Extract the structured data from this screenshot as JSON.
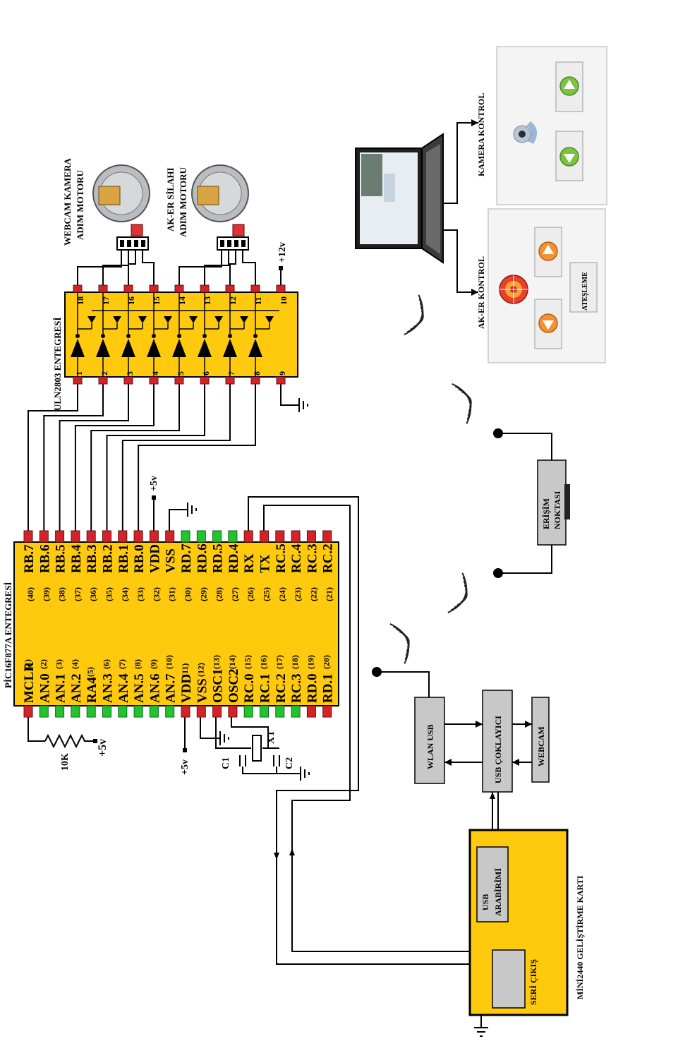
{
  "colors": {
    "chip": "#FFC90E",
    "pin_active": "#D2232A",
    "pin_unused": "#22C32E",
    "module": "#C8C8C8",
    "green_button": "#7DC242",
    "orange_button": "#F39233"
  },
  "pic": {
    "title": "PİC16F877A ENTEGRESİ",
    "left_pins": [
      {
        "num": "(1)",
        "name": "MCLR"
      },
      {
        "num": "(2)",
        "name": "AN.0"
      },
      {
        "num": "(3)",
        "name": "AN.1"
      },
      {
        "num": "(4)",
        "name": "AN.2"
      },
      {
        "num": "(5)",
        "name": "RA4"
      },
      {
        "num": "(6)",
        "name": "AN.3"
      },
      {
        "num": "(7)",
        "name": "AN.4"
      },
      {
        "num": "(8)",
        "name": "AN.5"
      },
      {
        "num": "(9)",
        "name": "AN.6"
      },
      {
        "num": "(10)",
        "name": "AN.7"
      },
      {
        "num": "(11)",
        "name": "VDD"
      },
      {
        "num": "(12)",
        "name": "VSS"
      },
      {
        "num": "(13)",
        "name": "OSC1"
      },
      {
        "num": "(14)",
        "name": "OSC2"
      },
      {
        "num": "(15)",
        "name": "RC.0"
      },
      {
        "num": "(16)",
        "name": "RC.1"
      },
      {
        "num": "(17)",
        "name": "RC.2"
      },
      {
        "num": "(18)",
        "name": "RC.3"
      },
      {
        "num": "(19)",
        "name": "RD.0"
      },
      {
        "num": "(20)",
        "name": "RD.1"
      }
    ],
    "right_pins": [
      {
        "num": "(40)",
        "name": "RB.7"
      },
      {
        "num": "(39)",
        "name": "RB.6"
      },
      {
        "num": "(38)",
        "name": "RB.5"
      },
      {
        "num": "(37)",
        "name": "RB.4"
      },
      {
        "num": "(36)",
        "name": "RB.3"
      },
      {
        "num": "(35)",
        "name": "RB.2"
      },
      {
        "num": "(34)",
        "name": "RB.1"
      },
      {
        "num": "(33)",
        "name": "RB.0"
      },
      {
        "num": "(32)",
        "name": "VDD"
      },
      {
        "num": "(31)",
        "name": "VSS"
      },
      {
        "num": "(30)",
        "name": "RD.7"
      },
      {
        "num": "(29)",
        "name": "RD.6"
      },
      {
        "num": "(28)",
        "name": "RD.5"
      },
      {
        "num": "(27)",
        "name": "RD.4"
      },
      {
        "num": "(26)",
        "name": "RX"
      },
      {
        "num": "(25)",
        "name": "TX"
      },
      {
        "num": "(24)",
        "name": "RC.5"
      },
      {
        "num": "(23)",
        "name": "RC.4"
      },
      {
        "num": "(22)",
        "name": "RC.3"
      },
      {
        "num": "(21)",
        "name": "RC.2"
      }
    ],
    "right_pin_states": [
      "on",
      "on",
      "on",
      "on",
      "on",
      "on",
      "on",
      "on",
      "on",
      "on",
      "off",
      "off",
      "off",
      "off",
      "on",
      "on",
      "on",
      "on",
      "on",
      "on"
    ],
    "left_pin_states": [
      "on",
      "off",
      "off",
      "off",
      "off",
      "off",
      "off",
      "off",
      "off",
      "off",
      "on",
      "on",
      "on",
      "on",
      "off",
      "off",
      "off",
      "off",
      "on",
      "on"
    ]
  },
  "uln": {
    "title": "ULN2803 ENTEGRESİ",
    "bottom_pins": [
      "1",
      "2",
      "3",
      "4",
      "5",
      "6",
      "7",
      "8",
      "9"
    ],
    "top_pins": [
      "18",
      "17",
      "16",
      "15",
      "14",
      "13",
      "12",
      "11",
      "10"
    ]
  },
  "components": {
    "resistor": "10K",
    "vplus_pic": "+5v",
    "vplus_mclr": "+5v",
    "vplus_vdd": "+5v",
    "vplus_uln": "+12v",
    "cap1": "C1",
    "cap2": "C2",
    "crystal": "XT"
  },
  "motors": {
    "webcam_l1": "WEBCAM KAMERA",
    "webcam_l2": "ADIM MOTORU",
    "gun_l1": "AK-ER SİLAHI",
    "gun_l2": "ADIM MOTORU"
  },
  "blocks": {
    "wlan": "WLAN USB",
    "hub": "USB ÇOKLAYICI",
    "webcam": "WEBCAM",
    "access_l1": "ERİŞİM",
    "access_l2": "NOKTASI",
    "board": "MİNİ2440 GELİŞTİRME KARTI",
    "usb_l1": "USB",
    "usb_l2": "ARABİRİMİ",
    "serial": "SERİ ÇIKIŞ"
  },
  "gui": {
    "camera_title": "KAMERA KONTROL",
    "gun_title": "AK-ER KONTROL",
    "fire_button": "ATEŞLEME"
  }
}
